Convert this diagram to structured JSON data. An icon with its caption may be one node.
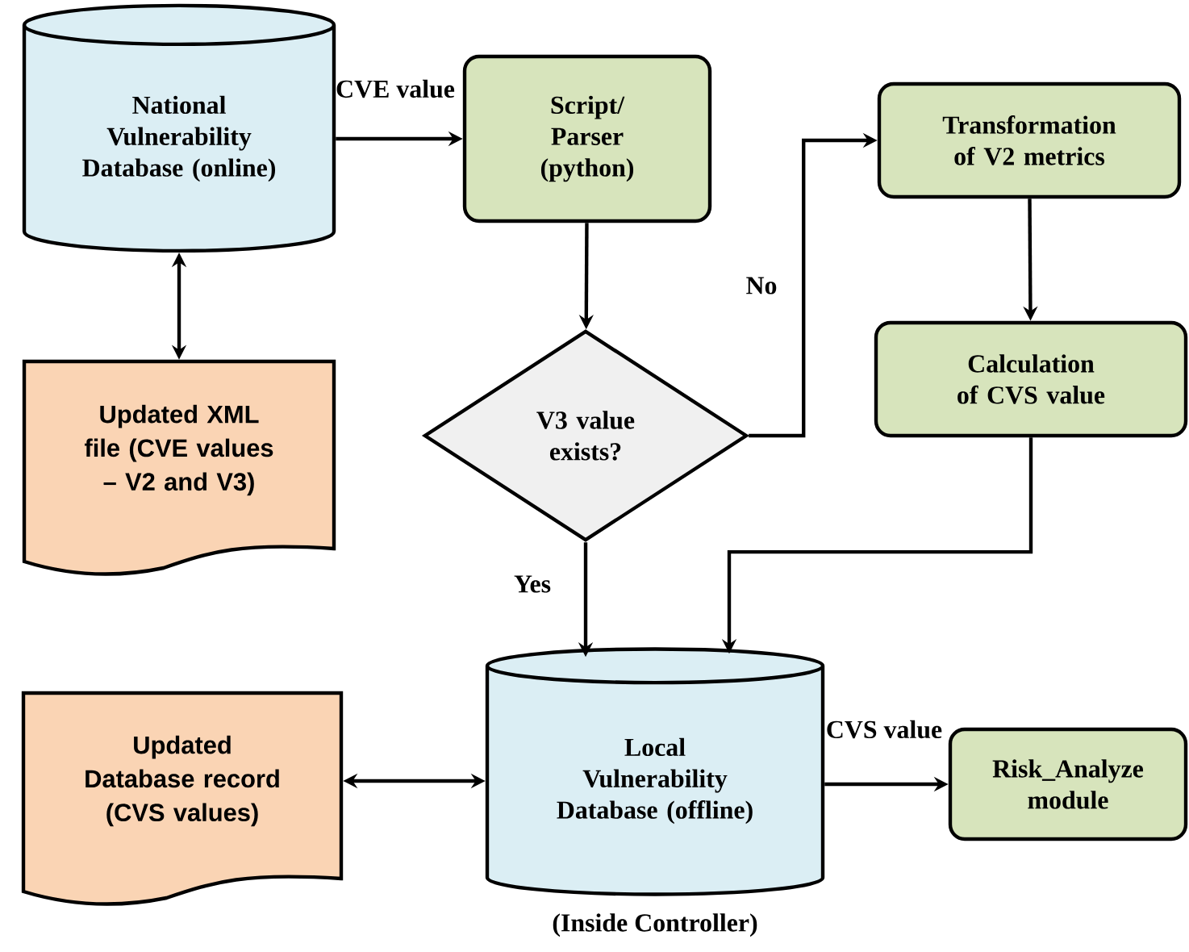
{
  "diagram": {
    "nodes": [
      {
        "text": [
          "National Vulnerability Database (online)"
        ]
      },
      {
        "text": [
          "Script/ Parser (python)"
        ]
      },
      {
        "text": [
          "V3 value exists?"
        ]
      },
      {
        "text": [
          "Updated XML file (CVE values – V2 and V3)"
        ]
      },
      {
        "text": [
          "Transformation of V2 metrics"
        ]
      },
      {
        "text": [
          "Calculation of CVS value"
        ]
      },
      {
        "text": [
          "Updated Database record (CVS values)"
        ]
      },
      {
        "text": [
          "Local Vulnerability Database (offline)"
        ],
        "beside": [
          "(Inside Controller)"
        ]
      },
      {
        "text": [
          "Risk_Analyze module"
        ]
      }
    ],
    "edges": [
      {
        "from": 0,
        "to": 1,
        "arrow": "to",
        "label": "CVE value"
      },
      {
        "from": 0,
        "to": 3,
        "arrow": "both"
      },
      {
        "from": 1,
        "to": 2,
        "arrow": "to"
      },
      {
        "from": 2,
        "to": 4,
        "arrow": "to",
        "label": "No"
      },
      {
        "from": 4,
        "to": 5,
        "arrow": "to"
      },
      {
        "from": 2,
        "to": 7,
        "arrow": "to",
        "label": "Yes"
      },
      {
        "from": 5,
        "to": 7,
        "arrow": "to"
      },
      {
        "from": 6,
        "to": 7,
        "arrow": "both"
      },
      {
        "from": 7,
        "to": 8,
        "arrow": "to",
        "label": "CVS value"
      }
    ]
  }
}
